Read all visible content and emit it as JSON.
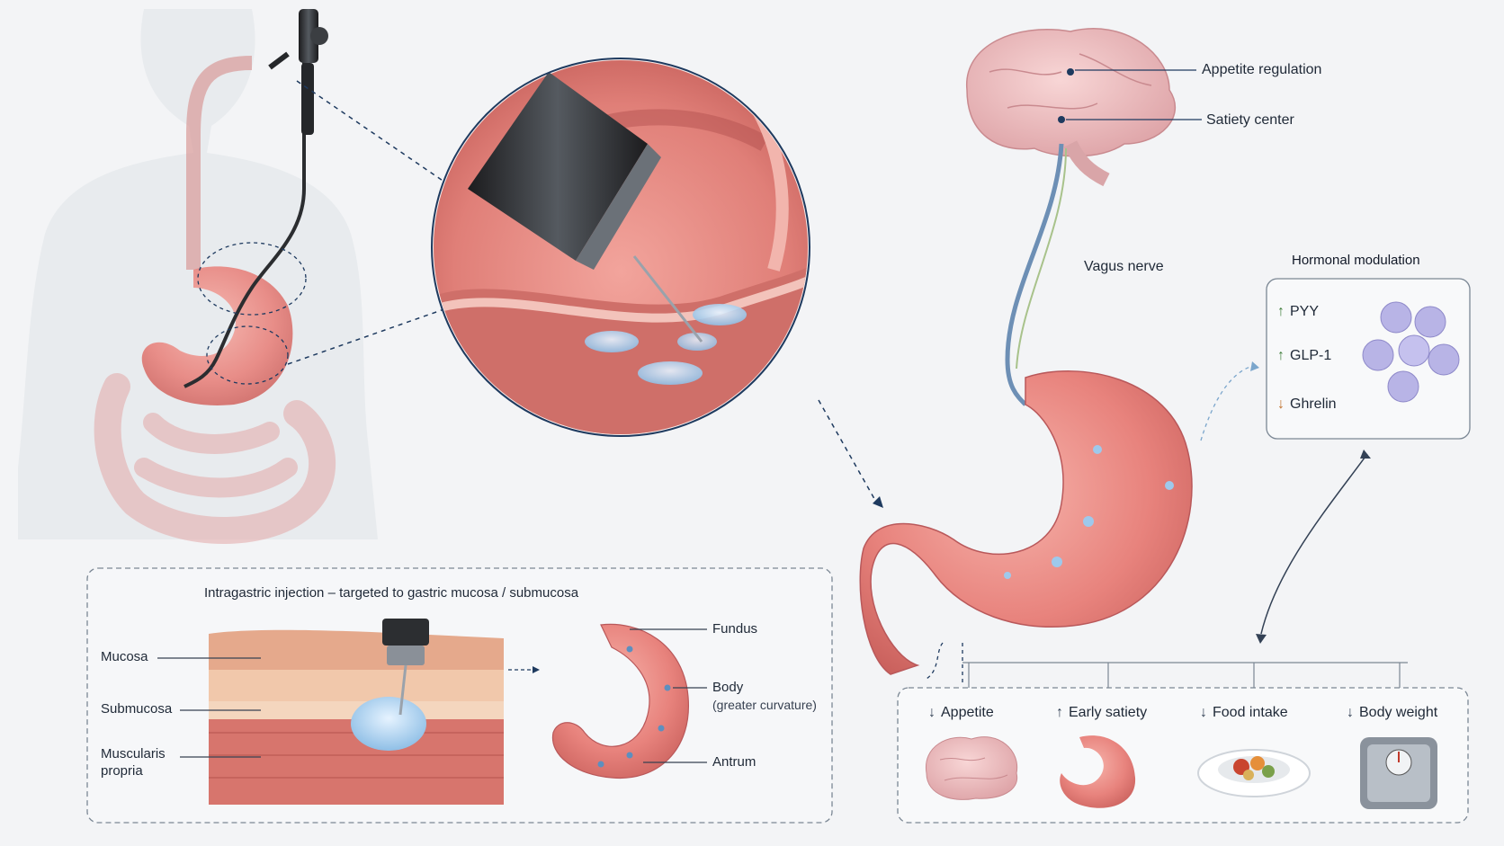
{
  "brain_labels": {
    "appetite_regulation": "Appetite regulation",
    "satiety_center": "Satiety center"
  },
  "vagus_nerve": "Vagus nerve",
  "hormonal": {
    "title": "Hormonal modulation",
    "items": [
      {
        "arrow": "↑",
        "name": "PYY",
        "direction": "up"
      },
      {
        "arrow": "↑",
        "name": "GLP-1",
        "direction": "up"
      },
      {
        "arrow": "↓",
        "name": "Ghrelin",
        "direction": "down"
      }
    ]
  },
  "injection_panel": {
    "title": "Intragastric injection – targeted to gastric mucosa / submucosa",
    "layers": {
      "mucosa": "Mucosa",
      "submucosa": "Submucosa",
      "muscularis_line1": "Muscularis",
      "muscularis_line2": "propria"
    },
    "regions": {
      "fundus": "Fundus",
      "body": "Body",
      "body_note": "(greater curvature)",
      "antrum": "Antrum"
    }
  },
  "outcomes": [
    {
      "arrow": "↓",
      "label": "Appetite"
    },
    {
      "arrow": "↑",
      "label": "Early satiety"
    },
    {
      "arrow": "↓",
      "label": "Food intake"
    },
    {
      "arrow": "↓",
      "label": "Body weight"
    }
  ],
  "colors": {
    "accent_dashed": "#1e3a5f",
    "up_green": "#3f7d3a",
    "down_orange": "#c0702a",
    "tissue_pink": "#e58a86",
    "injection_blue": "#9ec9ec"
  }
}
